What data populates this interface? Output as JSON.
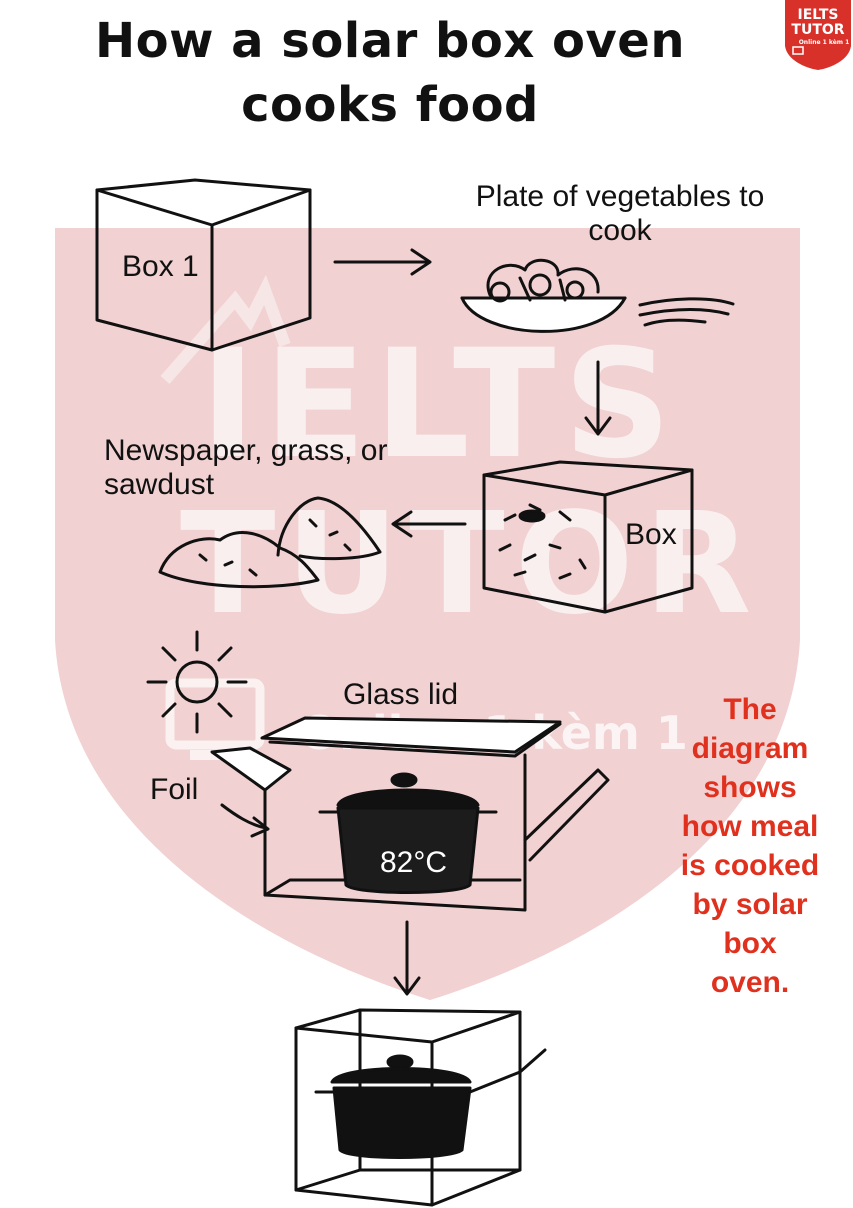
{
  "title_line1": "How a solar box oven",
  "title_line2": "cooks food",
  "labels": {
    "box1": "Box 1",
    "plate": "Plate of vegetables to cook",
    "newspaper": "Newspaper, grass, or sawdust",
    "box": "Box",
    "glass_lid": "Glass lid",
    "foil": "Foil",
    "temperature": "82°C"
  },
  "watermark": {
    "line1": "IELTS",
    "line2": "TUTOR",
    "line3": "Online 1 kèm 1"
  },
  "badge": {
    "line1": "IELTS",
    "line2": "TUTOR",
    "line3": "Online 1 kèm 1"
  },
  "note": "The diagram shows how meal is cooked by solar box oven.",
  "colors": {
    "watermark_shield": "#eec9c9",
    "note_text": "#e0301e",
    "badge": "#d8312a"
  },
  "icons": [
    "sun-icon",
    "pot-icon",
    "box-icon",
    "bowl-icon",
    "arrow-icon"
  ]
}
